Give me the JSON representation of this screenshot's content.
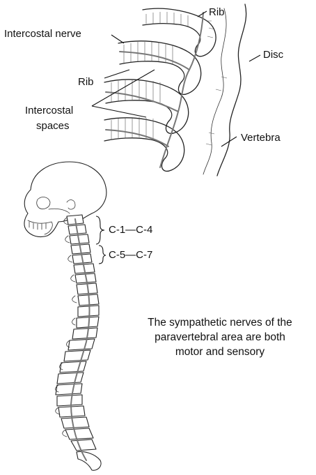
{
  "labels": {
    "rib_top": "Rib",
    "intercostal_nerve": "Intercostal nerve",
    "disc": "Disc",
    "rib_middle": "Rib",
    "intercostal_spaces_line1": "Intercostal",
    "intercostal_spaces_line2": "spaces",
    "vertebra": "Vertebra",
    "cervical_upper": "C-1—C-4",
    "cervical_lower": "C-5—C-7"
  },
  "caption": {
    "line1": "The sympathetic nerves of the",
    "line2": "paravertebral area are both",
    "line3": "motor and sensory"
  },
  "colors": {
    "ink": "#222222",
    "nerve": "#777777",
    "background": "#ffffff"
  }
}
